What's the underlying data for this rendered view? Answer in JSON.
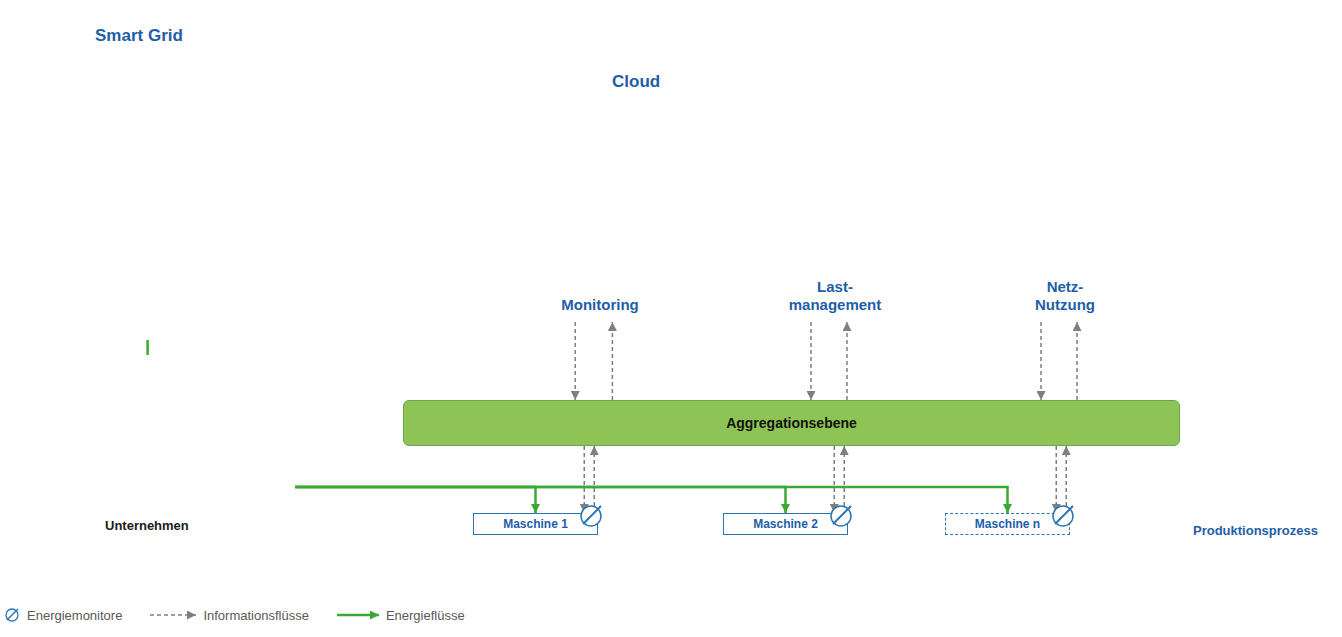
{
  "diagram": {
    "nodes": [
      {
        "text": [
          "Smart Grid"
        ]
      },
      {
        "text": [
          "Cloud"
        ]
      },
      {
        "text": [
          "Monitoring"
        ],
        "in": 1
      },
      {
        "text": [
          "Last- management"
        ],
        "in": 1
      },
      {
        "text": [
          "Netz- Nutzung"
        ],
        "in": 1
      },
      {
        "text": [
          "Aggregationsebene"
        ]
      },
      {
        "text": [
          "Produktionsprozess"
        ]
      },
      {
        "text": [
          "Unternehmen"
        ],
        "in": 6
      },
      {
        "text": [
          "Maschine 1"
        ],
        "in": 6
      },
      {
        "text": [
          "Maschine 2"
        ],
        "in": 6
      },
      {
        "text": [
          "Maschine n"
        ],
        "in": 6
      }
    ],
    "edges": [
      {
        "from": 7,
        "to": 0,
        "arrow": "none"
      },
      {
        "from": 7,
        "to": 8,
        "arrow": "to"
      },
      {
        "from": 7,
        "to": 9,
        "arrow": "to"
      },
      {
        "from": 7,
        "to": 10,
        "arrow": "to"
      },
      {
        "from": 2,
        "to": 5,
        "arrow": "to"
      },
      {
        "from": 5,
        "to": 2,
        "arrow": "to"
      },
      {
        "from": 3,
        "to": 5,
        "arrow": "to"
      },
      {
        "from": 5,
        "to": 3,
        "arrow": "to"
      },
      {
        "from": 4,
        "to": 5,
        "arrow": "to"
      },
      {
        "from": 5,
        "to": 4,
        "arrow": "to"
      },
      {
        "from": 5,
        "to": 8,
        "arrow": "to"
      },
      {
        "from": 8,
        "to": 5,
        "arrow": "to"
      },
      {
        "from": 5,
        "to": 9,
        "arrow": "to"
      },
      {
        "from": 9,
        "to": 5,
        "arrow": "to"
      },
      {
        "from": 5,
        "to": 10,
        "arrow": "to"
      },
      {
        "from": 10,
        "to": 5,
        "arrow": "to"
      }
    ],
    "legend": [
      {
        "text": "Energiemonitore"
      },
      {
        "text": "Informationsflüsse"
      },
      {
        "text": "Energieflüsse"
      }
    ]
  }
}
